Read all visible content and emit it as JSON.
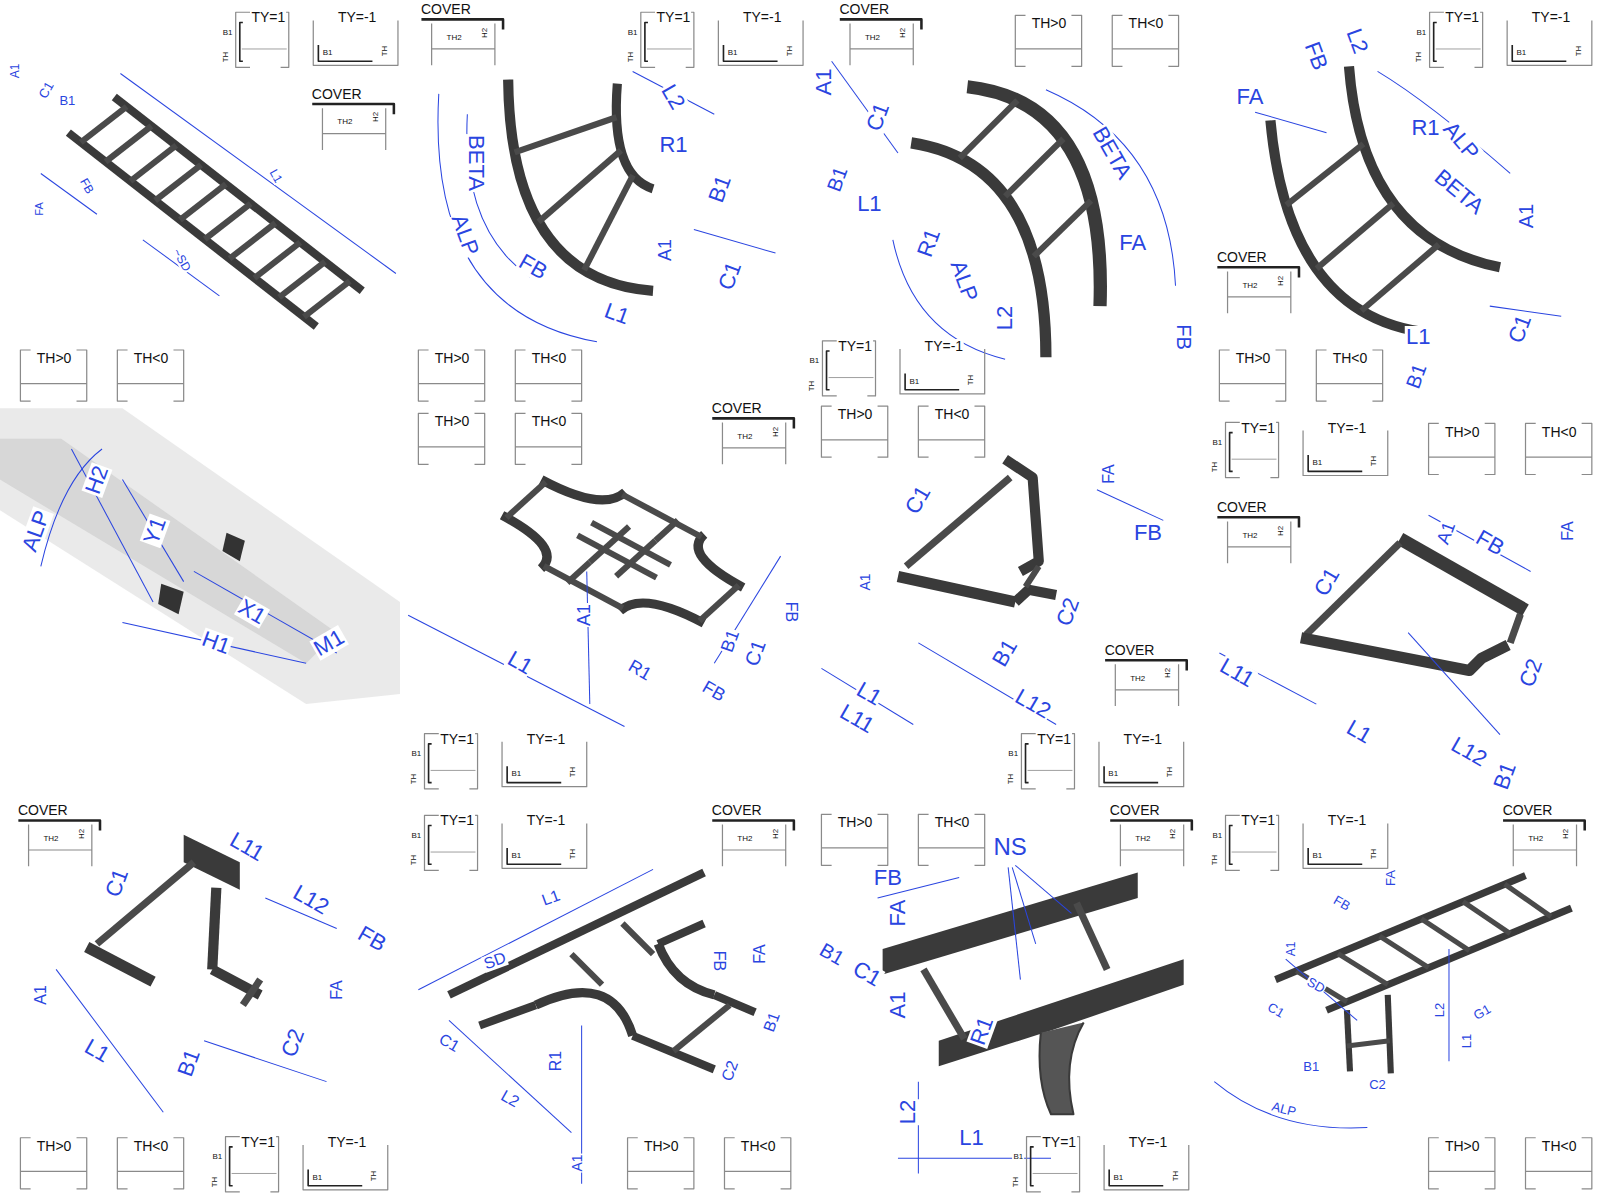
{
  "diagram": {
    "labels": [
      "A1",
      "C1",
      "B1",
      "L1",
      "FB",
      "FA",
      "~SD",
      "TY=1",
      "B1",
      "TH",
      "TY=-1",
      "B1",
      "TH",
      "COVER",
      "H2",
      "TH2",
      "TH>0",
      "TH<0",
      "L2",
      "R1",
      "BETA",
      "B1",
      "ALP",
      "FB",
      "A1",
      "C1",
      "L1",
      "COVER",
      "H2",
      "TH2",
      "TY=1",
      "B1",
      "TH",
      "TY=-1",
      "B1",
      "TH",
      "TH>0",
      "TH<0",
      "TH>0",
      "TH<0",
      "A1",
      "C1",
      "B1",
      "L1",
      "R1",
      "ALP",
      "BETA",
      "FA",
      "L2",
      "FB",
      "COVER",
      "H2",
      "TH2",
      "TH>0",
      "TH<0",
      "TY=1",
      "B1",
      "TH",
      "TY=-1",
      "B1",
      "TH",
      "TH>0",
      "TH<0",
      "L2",
      "FB",
      "FA",
      "R1",
      "ALP",
      "BETA",
      "A1",
      "C1",
      "L1",
      "B1",
      "TY=1",
      "B1",
      "TH",
      "TY=-1",
      "B1",
      "TH",
      "COVER",
      "H2",
      "TH2",
      "TH>0",
      "TH<0",
      "ALP",
      "H2",
      "Y1",
      "X1",
      "M1",
      "H1",
      "L1",
      "A1",
      "R1",
      "B1",
      "C1",
      "FB",
      "FB",
      "COVER",
      "H2",
      "TH2",
      "TY=1",
      "B1",
      "TH",
      "TY=-1",
      "B1",
      "TH",
      "C1",
      "FA",
      "FB",
      "A1",
      "C2",
      "B1",
      "L1",
      "L12",
      "L11",
      "COVER",
      "H2",
      "TH2",
      "TY=1",
      "B1",
      "TH",
      "TY=-1",
      "B1",
      "TH",
      "A1",
      "FB",
      "FA",
      "C1",
      "L11",
      "C2",
      "L1",
      "L12",
      "B1",
      "TY=1",
      "B1",
      "TH",
      "TY=-1",
      "B1",
      "TH",
      "TH>0",
      "TH<0",
      "COVER",
      "H2",
      "TH2",
      "L11",
      "C1",
      "L12",
      "FB",
      "FA",
      "A1",
      "L1",
      "C2",
      "B1",
      "COVER",
      "H2",
      "TH2",
      "TH>0",
      "TH<0",
      "TY=1",
      "B1",
      "TH",
      "TY=-1",
      "B1",
      "TH",
      "L1",
      "SD",
      "FB",
      "FA",
      "C1",
      "B1",
      "R1",
      "L2",
      "C2",
      "A1",
      "TY=1",
      "B1",
      "TH",
      "TY=-1",
      "B1",
      "TH",
      "COVER",
      "H2",
      "TH2",
      "TH>0",
      "TH<0",
      "NS",
      "FB",
      "FA",
      "B1",
      "C1",
      "A1",
      "R1",
      "L2",
      "L1",
      "TH>0",
      "TH<0",
      "COVER",
      "H2",
      "TH2",
      "TY=1",
      "B1",
      "TH",
      "TY=-1",
      "B1",
      "TH",
      "FB",
      "FA",
      "A1",
      "SD",
      "C1",
      "L2",
      "L1",
      "G1",
      "B1",
      "C2",
      "ALP",
      "TY=1",
      "B1",
      "TH",
      "TY=-1",
      "B1",
      "TH",
      "COVER",
      "H2",
      "TH2",
      "TH>0",
      "TH<0"
    ]
  }
}
